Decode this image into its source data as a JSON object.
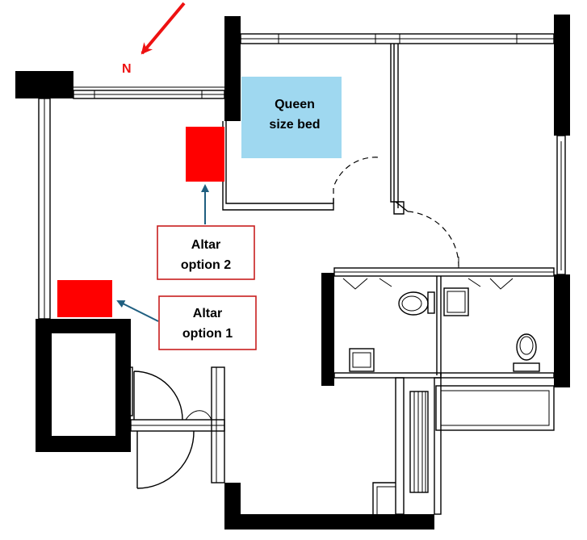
{
  "compass": {
    "label": "N",
    "color": "#ee1111"
  },
  "bed": {
    "line1": "Queen",
    "line2": "size bed",
    "color": "#9fd8f0"
  },
  "altars": [
    {
      "line1": "Altar",
      "line2": "option 2",
      "marker_color": "#ff0000"
    },
    {
      "line1": "Altar",
      "line2": "option 1",
      "marker_color": "#ff0000"
    }
  ],
  "colors": {
    "label_border": "#c81e1e",
    "arrow": "#1f5f80",
    "wall": "#000000"
  }
}
